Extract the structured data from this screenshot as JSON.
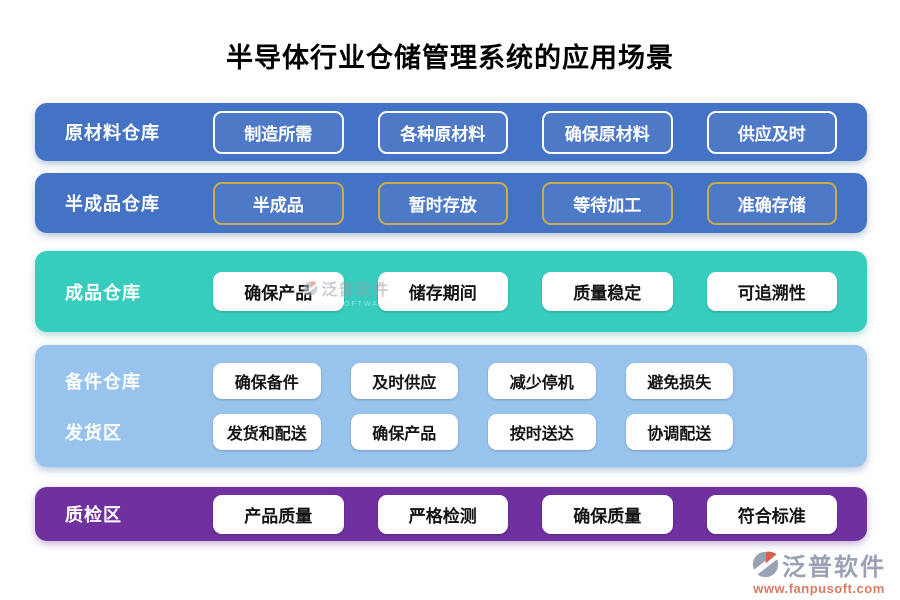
{
  "title": "半导体行业仓储管理系统的应用场景",
  "bands": [
    {
      "label": "原材料仓库",
      "pills": [
        "制造所需",
        "各种原材料",
        "确保原材料",
        "供应及时"
      ]
    },
    {
      "label": "半成品仓库",
      "pills": [
        "半成品",
        "暂时存放",
        "等待加工",
        "准确存储"
      ]
    },
    {
      "label": "成品仓库",
      "pills": [
        "确保产品",
        "储存期间",
        "质量稳定",
        "可追溯性"
      ]
    },
    {
      "rows": [
        {
          "label": "备件仓库",
          "pills": [
            "确保备件",
            "及时供应",
            "减少停机",
            "避免损失"
          ]
        },
        {
          "label": "发货区",
          "pills": [
            "发货和配送",
            "确保产品",
            "按时送达",
            "协调配送"
          ]
        }
      ]
    },
    {
      "label": "质检区",
      "pills": [
        "产品质量",
        "严格检测",
        "确保质量",
        "符合标准"
      ]
    }
  ],
  "colors": {
    "band_blue": "#4472C4",
    "band_teal": "#36CDBE",
    "band_light_blue": "#97C3ED",
    "band_purple": "#7030A0",
    "pill_border_white": "#FFFFFF",
    "pill_border_gold": "#C9AD4B",
    "logo_gray": "#99A1B2",
    "logo_red": "#D95F4C"
  },
  "watermark": {
    "text": "泛普软件",
    "subtext": "FANPU SOFTWARE"
  },
  "logo": {
    "name": "泛普软件",
    "url": "www.fanpusoft.com"
  }
}
